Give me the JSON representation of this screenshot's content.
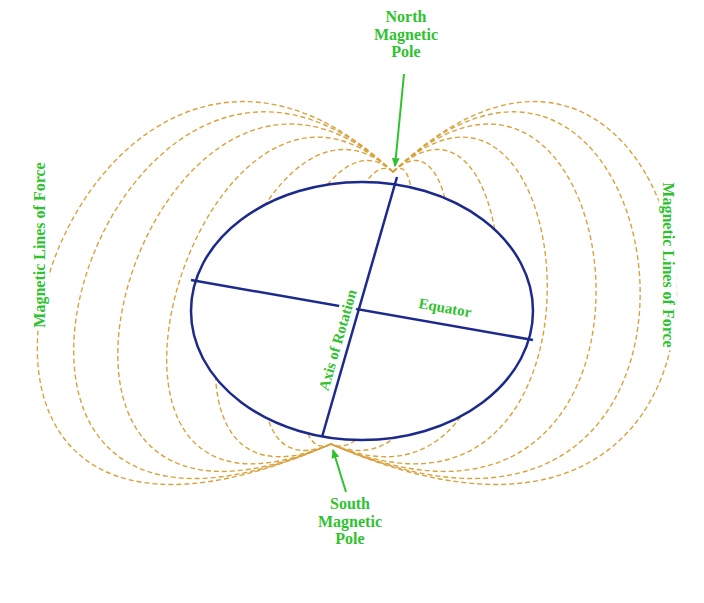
{
  "diagram": {
    "nodes": [
      {
        "text": [
          "Axis of Rotation",
          "Equator"
        ]
      }
    ],
    "labels": [
      "North Magnetic Pole",
      "South Magnetic Pole",
      "Magnetic Lines of Force",
      "Magnetic Lines of Force"
    ]
  }
}
